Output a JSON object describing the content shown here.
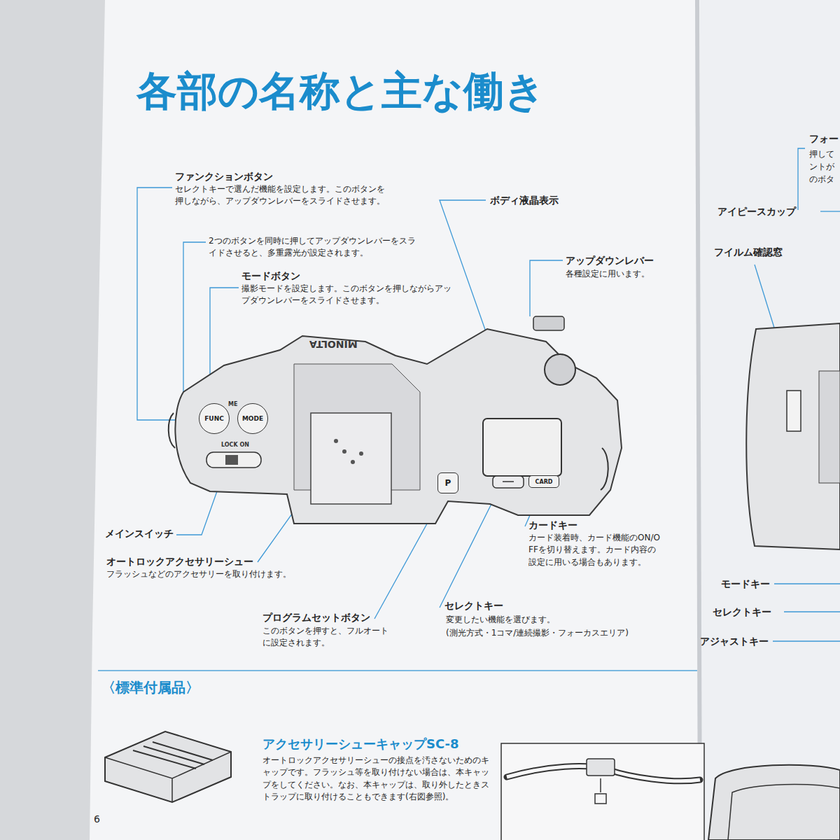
{
  "diagram": {
    "title": "各部の名称と主な働き",
    "nodes": [
      {
        "text": [
          "FUNC"
        ]
      },
      {
        "text": [
          "MODE"
        ]
      },
      {
        "text": [
          "P"
        ]
      },
      {
        "text": [
          "CARD"
        ]
      }
    ],
    "labels": [
      "ファンクションボタン",
      "セレクトキーで選んだ機能を設定します。このボタンを押しながら、アップダウンレバーをスライドさせます。",
      "2つのボタンを同時に押してアップダウンレバーをスライドさせると、多重露光が設定されます。",
      "モードボタン",
      "撮影モードを設定します。このボタンを押しながらアップダウンレバーをスライドさせます。",
      "ボディ液晶表示",
      "アップダウンレバー",
      "各種設定に用います。",
      "MINOLTA",
      "ME",
      "LOCK ON",
      "メインスイッチ",
      "オートロックアクセサリーシュー",
      "フラッシュなどのアクセサリーを取り付けます。",
      "プログラムセットボタン",
      "このボタンを押すと、フルオートに設定されます。",
      "カードキー",
      "カード装着時、カード機能のON/OFFを切り替えます。カード内容の設定に用いる場合もあります。",
      "セレクトキー",
      "変更したい機能を選びます。",
      "(測光方式・1コマ/連続撮影・フォーカスエリア)",
      "フォー",
      "押して",
      "ントが",
      "のボタ",
      "アイピースカップ",
      "フイルム確認窓",
      "モードキー",
      "セレクトキー",
      "アジャストキー",
      "〈標準付属品〉",
      "アクセサリーシューキャップSC-8",
      "オートロックアクセサリーシューの接点を汚さないためのキャップです。フラッシュ等を取り付けない場合は、本キャップをしてください。なお、本キャップは、取り外したときストラップに取り付けることもできます(右図参照)。",
      "6"
    ]
  }
}
